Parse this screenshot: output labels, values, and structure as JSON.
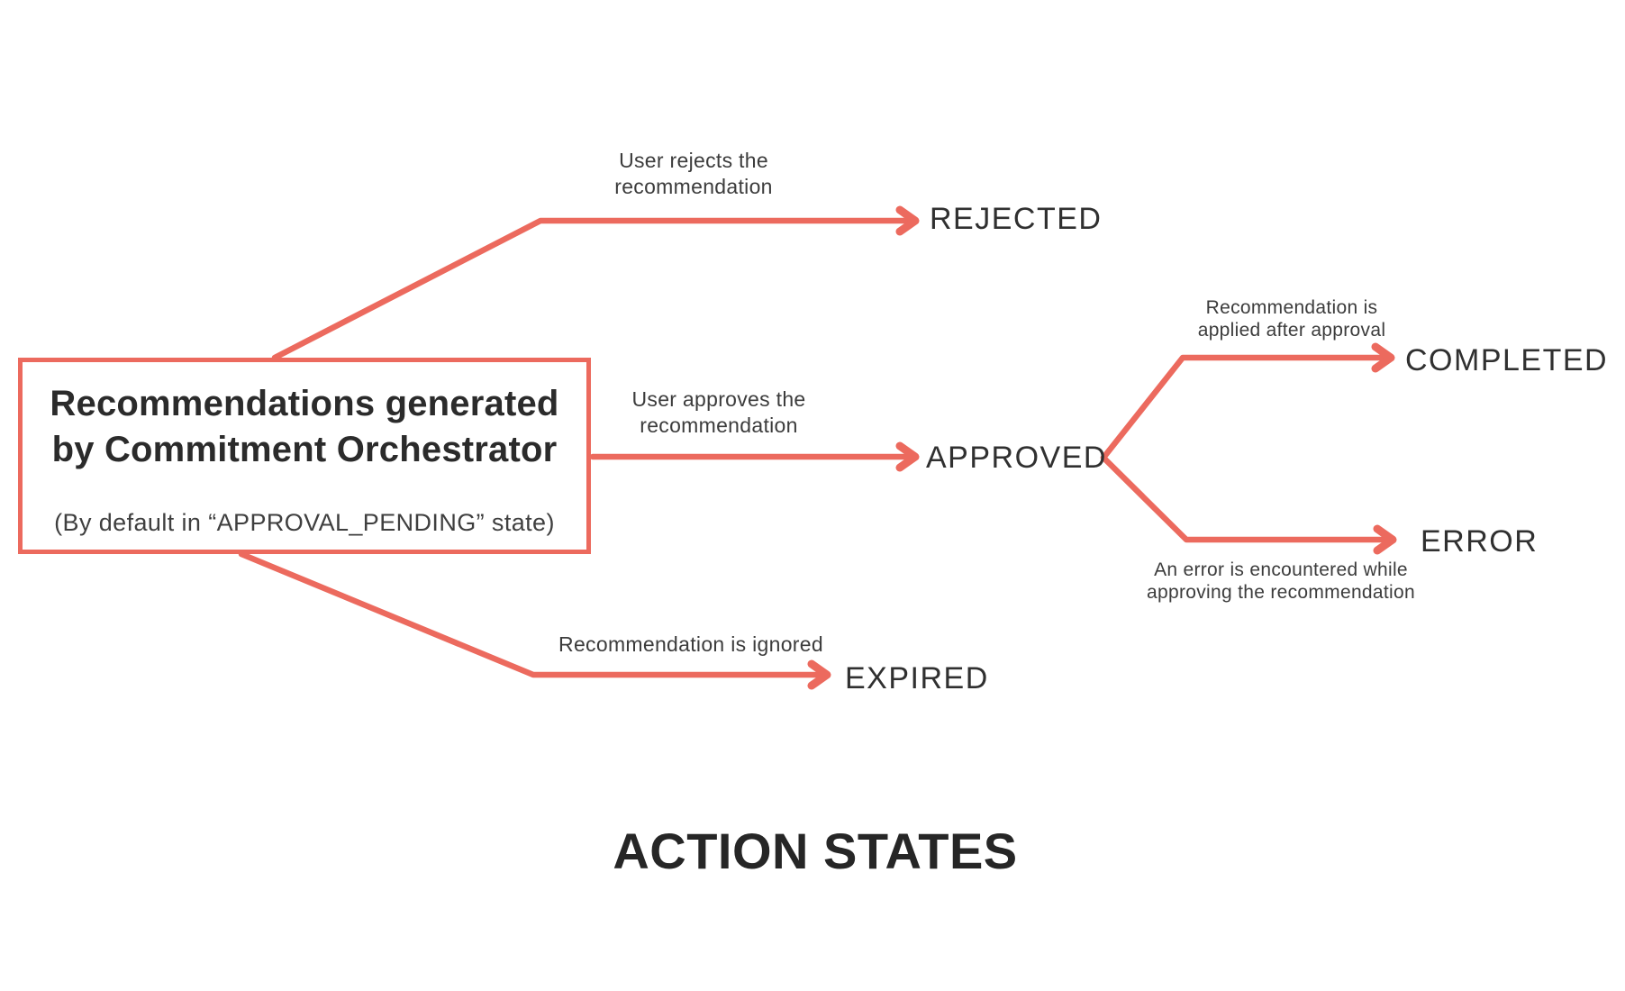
{
  "accent_color": "#ec6a5e",
  "diagram_title": "ACTION STATES",
  "source_box": {
    "title_line1": "Recommendations generated",
    "title_line2": "by Commitment Orchestrator",
    "subtitle": "(By default in “APPROVAL_PENDING” state)"
  },
  "states": {
    "rejected": "REJECTED",
    "approved": "APPROVED",
    "completed": "COMPLETED",
    "error": "ERROR",
    "expired": "EXPIRED"
  },
  "edge_captions": {
    "to_rejected": {
      "line1": "User rejects the",
      "line2": "recommendation"
    },
    "to_approved": {
      "line1": "User approves the",
      "line2": "recommendation"
    },
    "to_completed": {
      "line1": "Recommendation is",
      "line2": "applied after approval"
    },
    "to_error": {
      "line1": "An error is encountered while",
      "line2": "approving the recommendation"
    },
    "to_expired": {
      "line1": "Recommendation is ignored"
    }
  }
}
